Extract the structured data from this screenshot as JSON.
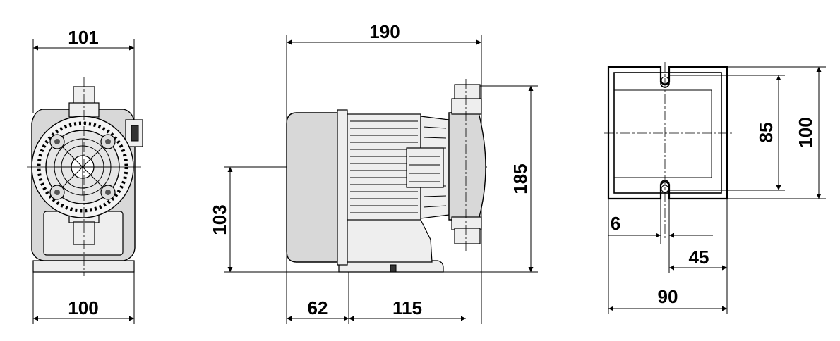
{
  "dimensions": {
    "front_width_top": "101",
    "front_width_bottom": "100",
    "side_length": "190",
    "side_height": "185",
    "side_axis_height": "103",
    "side_offset_left": "62",
    "side_offset_right": "115",
    "base_slot_spacing": "85",
    "base_depth": "100",
    "base_slot_width": "6",
    "base_slot_offset": "45",
    "base_width": "90"
  }
}
